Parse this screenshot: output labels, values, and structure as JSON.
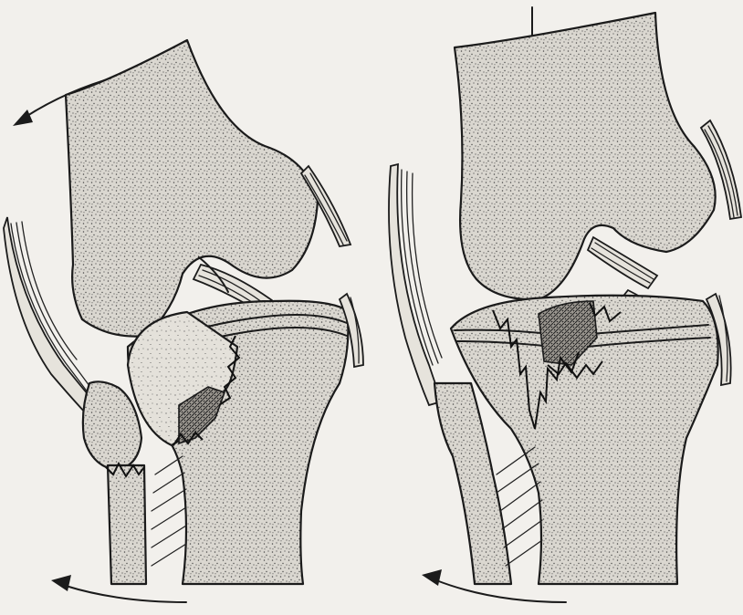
{
  "figure": {
    "panels": [
      {
        "id": "left",
        "content": "knee-joint-lateral-tibial-plateau-split-fracture"
      },
      {
        "id": "right",
        "content": "knee-joint-depressed-central-tibial-plateau-fracture"
      }
    ],
    "colors": {
      "paper": "#f2f0ec",
      "ink": "#1b1b1b",
      "bone_fill": "#d9d6cf"
    }
  }
}
